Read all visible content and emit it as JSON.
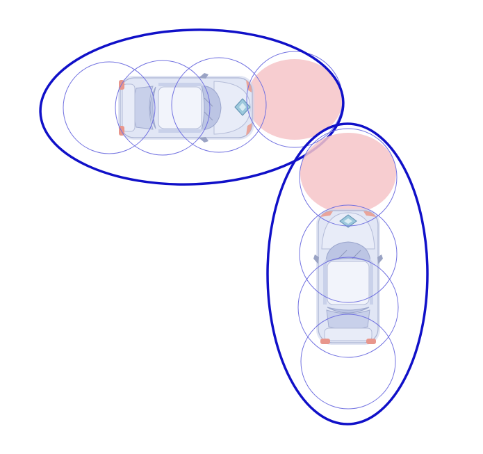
{
  "colors": {
    "background": "#ffffff",
    "boundary": "#1010c8",
    "circle": "#7070e0",
    "front_zone_fill": "#f6c4c8",
    "car_body": "#dfe4f4",
    "car_window": "#bcc6e4",
    "car_light": "#e9a49a",
    "badge": "#9cc8dc"
  },
  "vehicles": [
    {
      "id": "car-1",
      "heading": "east",
      "circle_count": 4,
      "front_zone": "right"
    },
    {
      "id": "car-2",
      "heading": "north",
      "circle_count": 4,
      "front_zone": "top"
    }
  ],
  "icons": [
    "car-topview-icon",
    "badge-icon"
  ]
}
